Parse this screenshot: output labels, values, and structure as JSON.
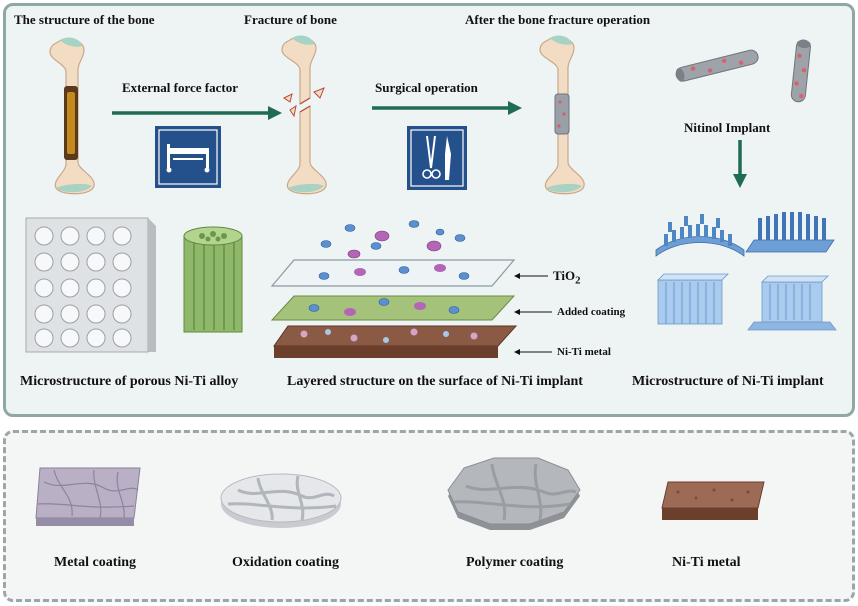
{
  "top": {
    "stage1_title": "The structure of the bone",
    "stage2_title": "Fracture of bone",
    "stage3_title": "After the bone fracture operation",
    "arrow1_label": "External force factor",
    "arrow2_label": "Surgical operation",
    "implant_label": "Nitinol Implant",
    "porous_caption": "Microstructure of porous Ni-Ti alloy",
    "layered_caption": "Layered structure on the surface of Ni-Ti implant",
    "implant_micro_caption": "Microstructure of Ni-Ti implant",
    "layer_tio2_base": "TiO",
    "layer_tio2_sub": "2",
    "layer_coating": "Added coating",
    "layer_metal": "Ni-Ti metal"
  },
  "bottom": {
    "items": [
      {
        "label": "Metal coating"
      },
      {
        "label": "Oxidation coating"
      },
      {
        "label": "Polymer coating"
      },
      {
        "label": "Ni-Ti metal"
      }
    ]
  },
  "colors": {
    "arrow": "#1f6b55",
    "bone": "#f2dcc3",
    "icon_bg": "#24508c",
    "marrow": "#c48a1e"
  }
}
